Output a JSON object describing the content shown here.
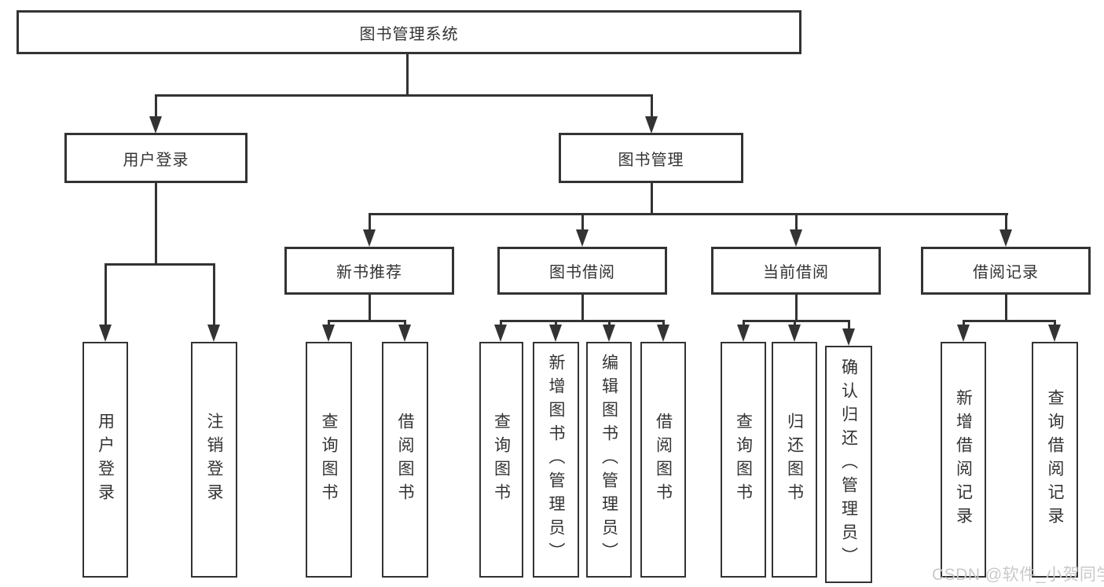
{
  "root": {
    "label": "图书管理系统"
  },
  "level2": [
    {
      "label": "用户登录"
    },
    {
      "label": "图书管理"
    }
  ],
  "level3": [
    {
      "label": "新书推荐"
    },
    {
      "label": "图书借阅"
    },
    {
      "label": "当前借阅"
    },
    {
      "label": "借阅记录"
    }
  ],
  "leaves": {
    "user_login": [
      "用户登录",
      "注销登录"
    ],
    "new_book": [
      "查询图书",
      "借阅图书"
    ],
    "borrow": [
      "查询图书",
      "新增图书（管理员）",
      "编辑图书（管理员）",
      "借阅图书"
    ],
    "current": [
      "查询图书",
      "归还图书",
      "确认归还（管理员）"
    ],
    "records": [
      "新增借阅记录",
      "查询借阅记录"
    ]
  },
  "watermark": "CSDN @软件_小贺同学",
  "colors": {
    "line": "#333333",
    "text": "#333333",
    "watermark": "#c9c9c9"
  }
}
